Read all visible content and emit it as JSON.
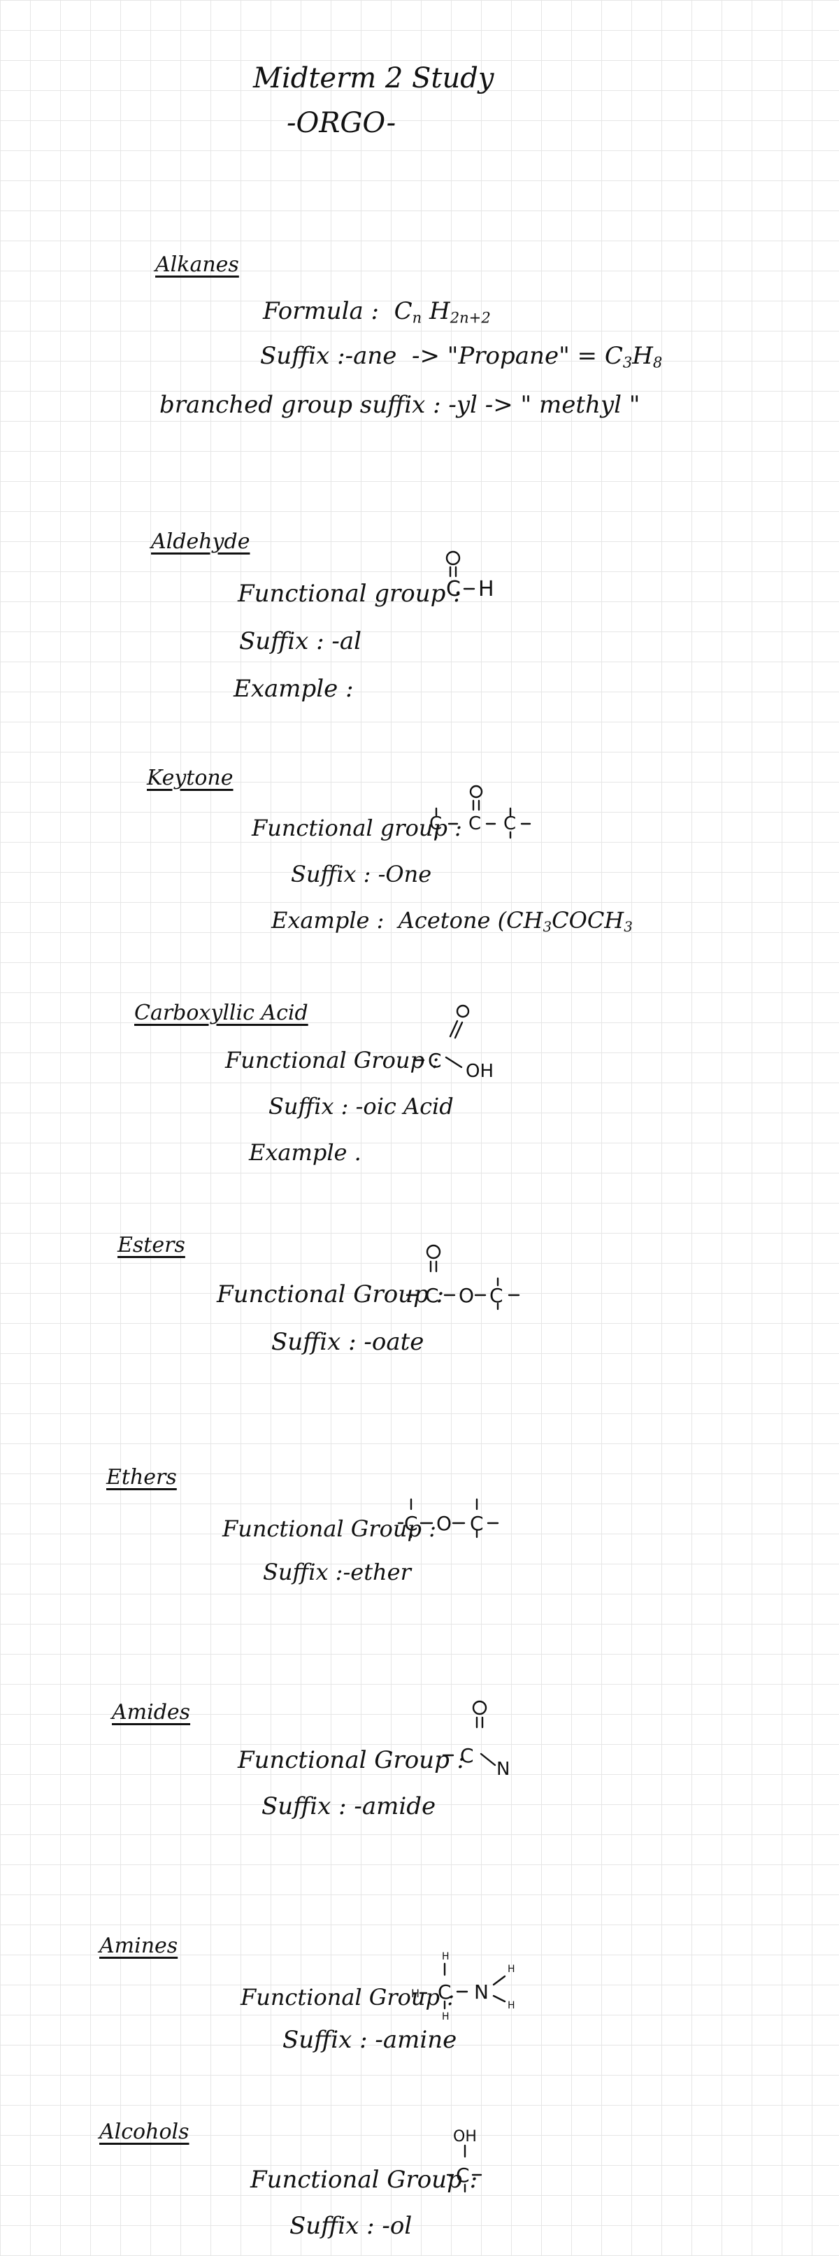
{
  "header": {
    "title": "Midterm 2 Study",
    "subtitle": "-ORGO-"
  },
  "alkanes": {
    "heading": "Alkanes",
    "formula_label": "Formula :",
    "formula": "CnH2n+2",
    "suffix_label": "Suffix :",
    "suffix": "-ane",
    "suffix_example": "-> \"Propane\" = C3H8",
    "branch_label": "branched group suffix :",
    "branch_suffix": "-yl",
    "branch_example": "-> \" methyl \""
  },
  "aldehyde": {
    "heading": "Aldehyde",
    "group_label": "Functional group :",
    "suffix_label": "Suffix :",
    "suffix": "-al",
    "example_label": "Example :"
  },
  "ketone": {
    "heading": "Keytone",
    "group_label": "Functional group :",
    "suffix_label": "Suffix :",
    "suffix": "-One",
    "example_label": "Example :",
    "example": "Acetone (CH3COCH3"
  },
  "carboxylic_acid": {
    "heading": "Carboxyllic Acid",
    "group_label": "Functional Group :",
    "suffix_label": "Suffix :",
    "suffix": "-oic Acid",
    "example_label": "Example ."
  },
  "esters": {
    "heading": "Esters",
    "group_label": "Functional Group :",
    "suffix_label": "Suffix :",
    "suffix": "-oate"
  },
  "ethers": {
    "heading": "Ethers",
    "group_label": "Functional Group :",
    "suffix_label": "Suffix :",
    "suffix": "-ether"
  },
  "amides": {
    "heading": "Amides",
    "group_label": "Functional Group :",
    "suffix_label": "Suffix :",
    "suffix": "-amide"
  },
  "amines": {
    "heading": "Amines",
    "group_label": "Functional Group :",
    "suffix_label": "Suffix :",
    "suffix": "-amine"
  },
  "alcohols": {
    "heading": "Alcohols",
    "group_label": "Functional Group :",
    "suffix_label": "Suffix :",
    "suffix": "-ol"
  },
  "atoms": {
    "C": "C",
    "H": "H",
    "O": "O",
    "N": "N",
    "OH": "OH"
  }
}
